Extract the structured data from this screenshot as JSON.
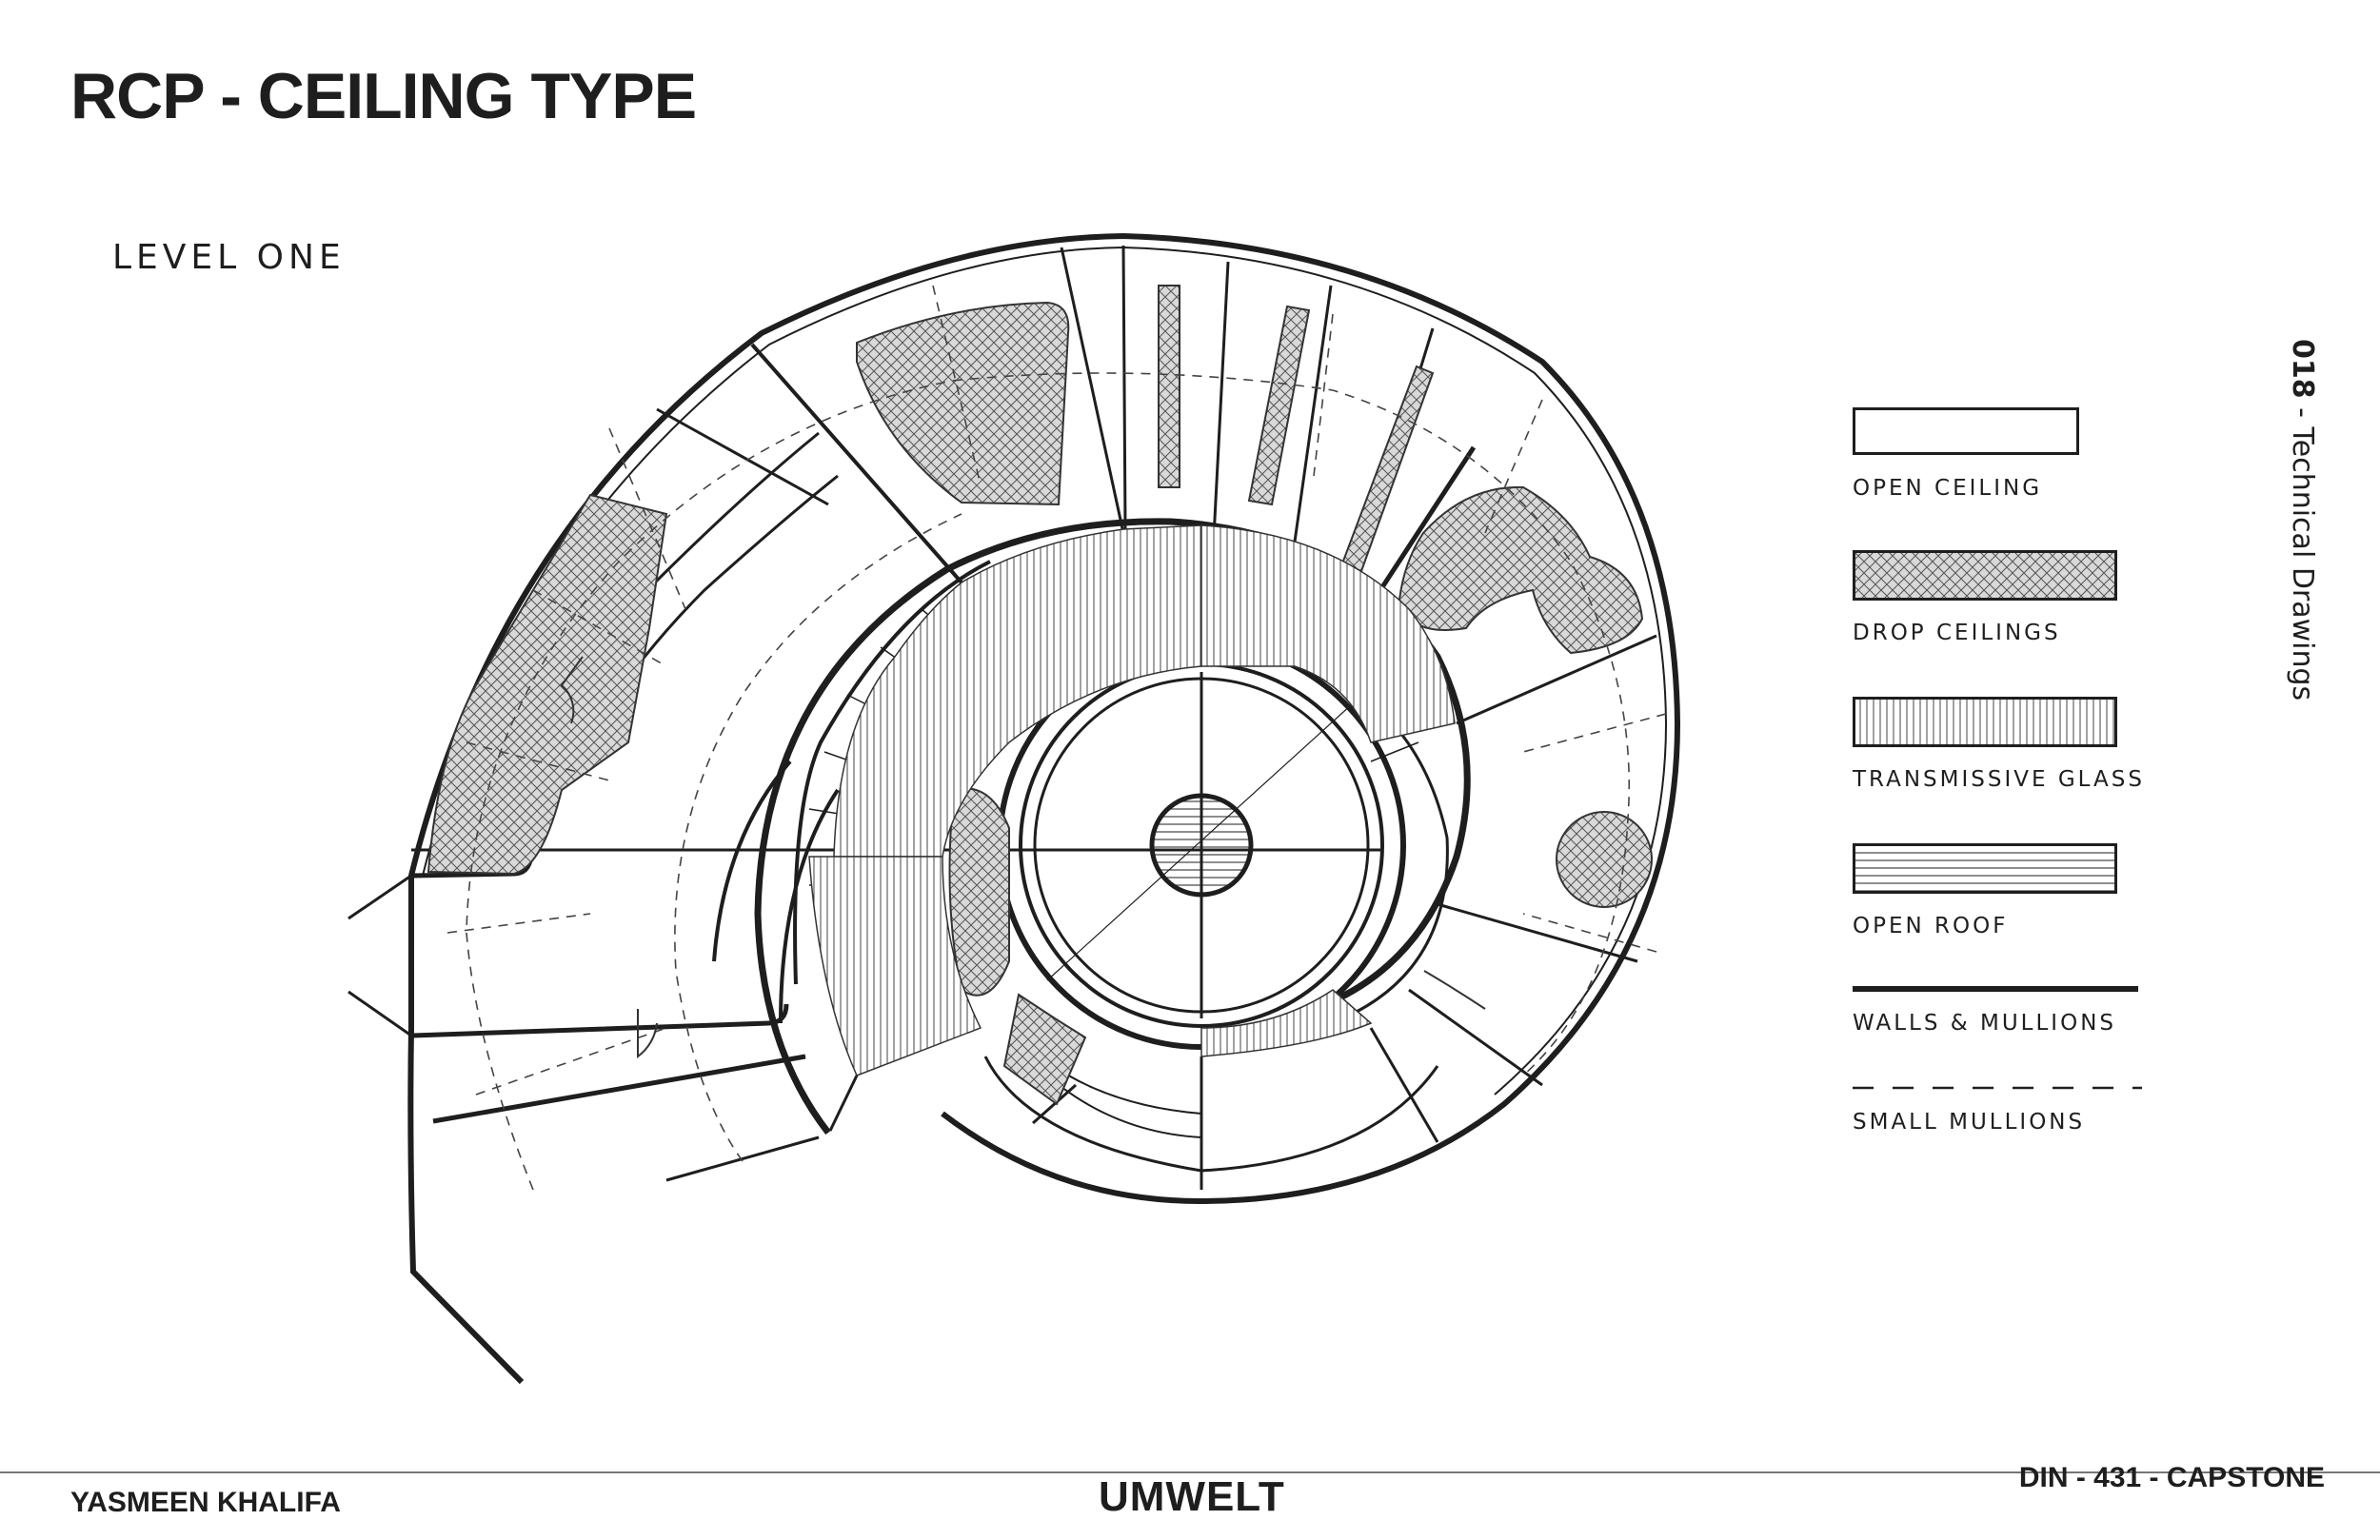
{
  "header": {
    "title": "RCP - CEILING TYPE",
    "level": "LEVEL ONE"
  },
  "side_label": {
    "number": "018",
    "text": " - Technical Drawings"
  },
  "legend": {
    "items": [
      {
        "key": "open",
        "label": "OPEN CEILING"
      },
      {
        "key": "drop",
        "label": "DROP CEILINGS"
      },
      {
        "key": "glass",
        "label": "TRANSMISSIVE GLASS"
      },
      {
        "key": "roof",
        "label": "OPEN ROOF"
      },
      {
        "key": "walls",
        "label": "WALLS & MULLIONS"
      },
      {
        "key": "small",
        "label": "SMALL MULLIONS"
      }
    ]
  },
  "footer": {
    "author": "YASMEEN KHALIFA",
    "project": "UMWELT",
    "course": "DIN - 431 - CAPSTONE"
  },
  "colors": {
    "ink": "#1e1e1e",
    "rule": "#777777"
  }
}
